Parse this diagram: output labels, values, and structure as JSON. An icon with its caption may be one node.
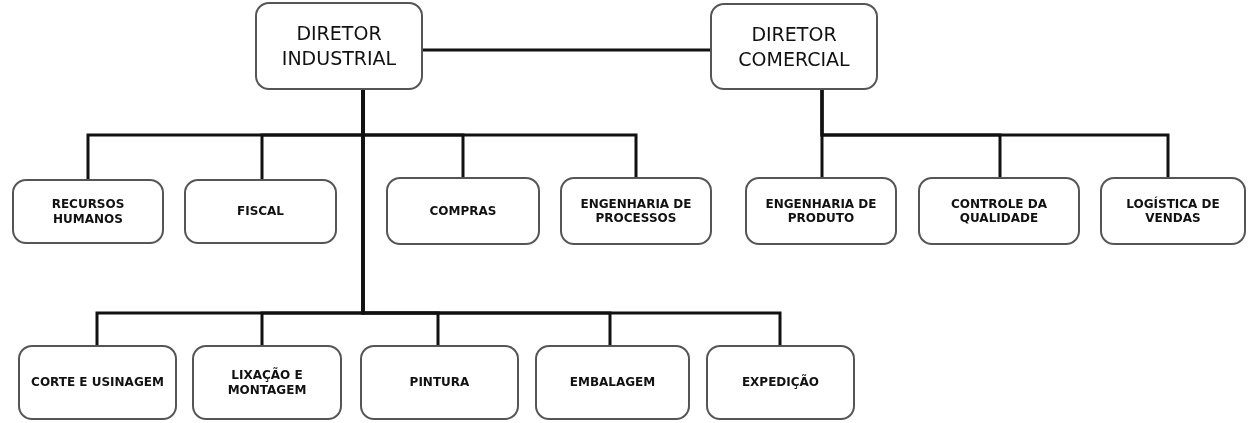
{
  "diagram": {
    "nodes": [
      {
        "text": [
          "DIRETOR INDUSTRIAL"
        ]
      },
      {
        "text": [
          "DIRETOR COMERCIAL"
        ]
      },
      {
        "text": [
          "RECURSOS HUMANOS"
        ]
      },
      {
        "text": [
          "FISCAL"
        ]
      },
      {
        "text": [
          "COMPRAS"
        ]
      },
      {
        "text": [
          "ENGENHARIA DE PROCESSOS"
        ]
      },
      {
        "text": [
          "ENGENHARIA DE PRODUTO"
        ]
      },
      {
        "text": [
          "CONTROLE DA QUALIDADE"
        ]
      },
      {
        "text": [
          "LOGÍSTICA DE VENDAS"
        ]
      },
      {
        "text": [
          "CORTE E USINAGEM"
        ]
      },
      {
        "text": [
          "LIXAÇÃO E MONTAGEM"
        ]
      },
      {
        "text": [
          "PINTURA"
        ]
      },
      {
        "text": [
          "EMBALAGEM"
        ]
      },
      {
        "text": [
          "EXPEDIÇÃO"
        ]
      }
    ],
    "edges": [
      {
        "from": 0,
        "to": 1,
        "arrow": "none"
      },
      {
        "from": 0,
        "to": 2,
        "arrow": "none"
      },
      {
        "from": 0,
        "to": 3,
        "arrow": "none"
      },
      {
        "from": 0,
        "to": 4,
        "arrow": "none"
      },
      {
        "from": 0,
        "to": 5,
        "arrow": "none"
      },
      {
        "from": 1,
        "to": 6,
        "arrow": "none"
      },
      {
        "from": 1,
        "to": 7,
        "arrow": "none"
      },
      {
        "from": 1,
        "to": 8,
        "arrow": "none"
      },
      {
        "from": 0,
        "to": 9,
        "arrow": "none"
      },
      {
        "from": 0,
        "to": 10,
        "arrow": "none"
      },
      {
        "from": 0,
        "to": 11,
        "arrow": "none"
      },
      {
        "from": 0,
        "to": 12,
        "arrow": "none"
      },
      {
        "from": 0,
        "to": 13,
        "arrow": "none"
      }
    ]
  }
}
